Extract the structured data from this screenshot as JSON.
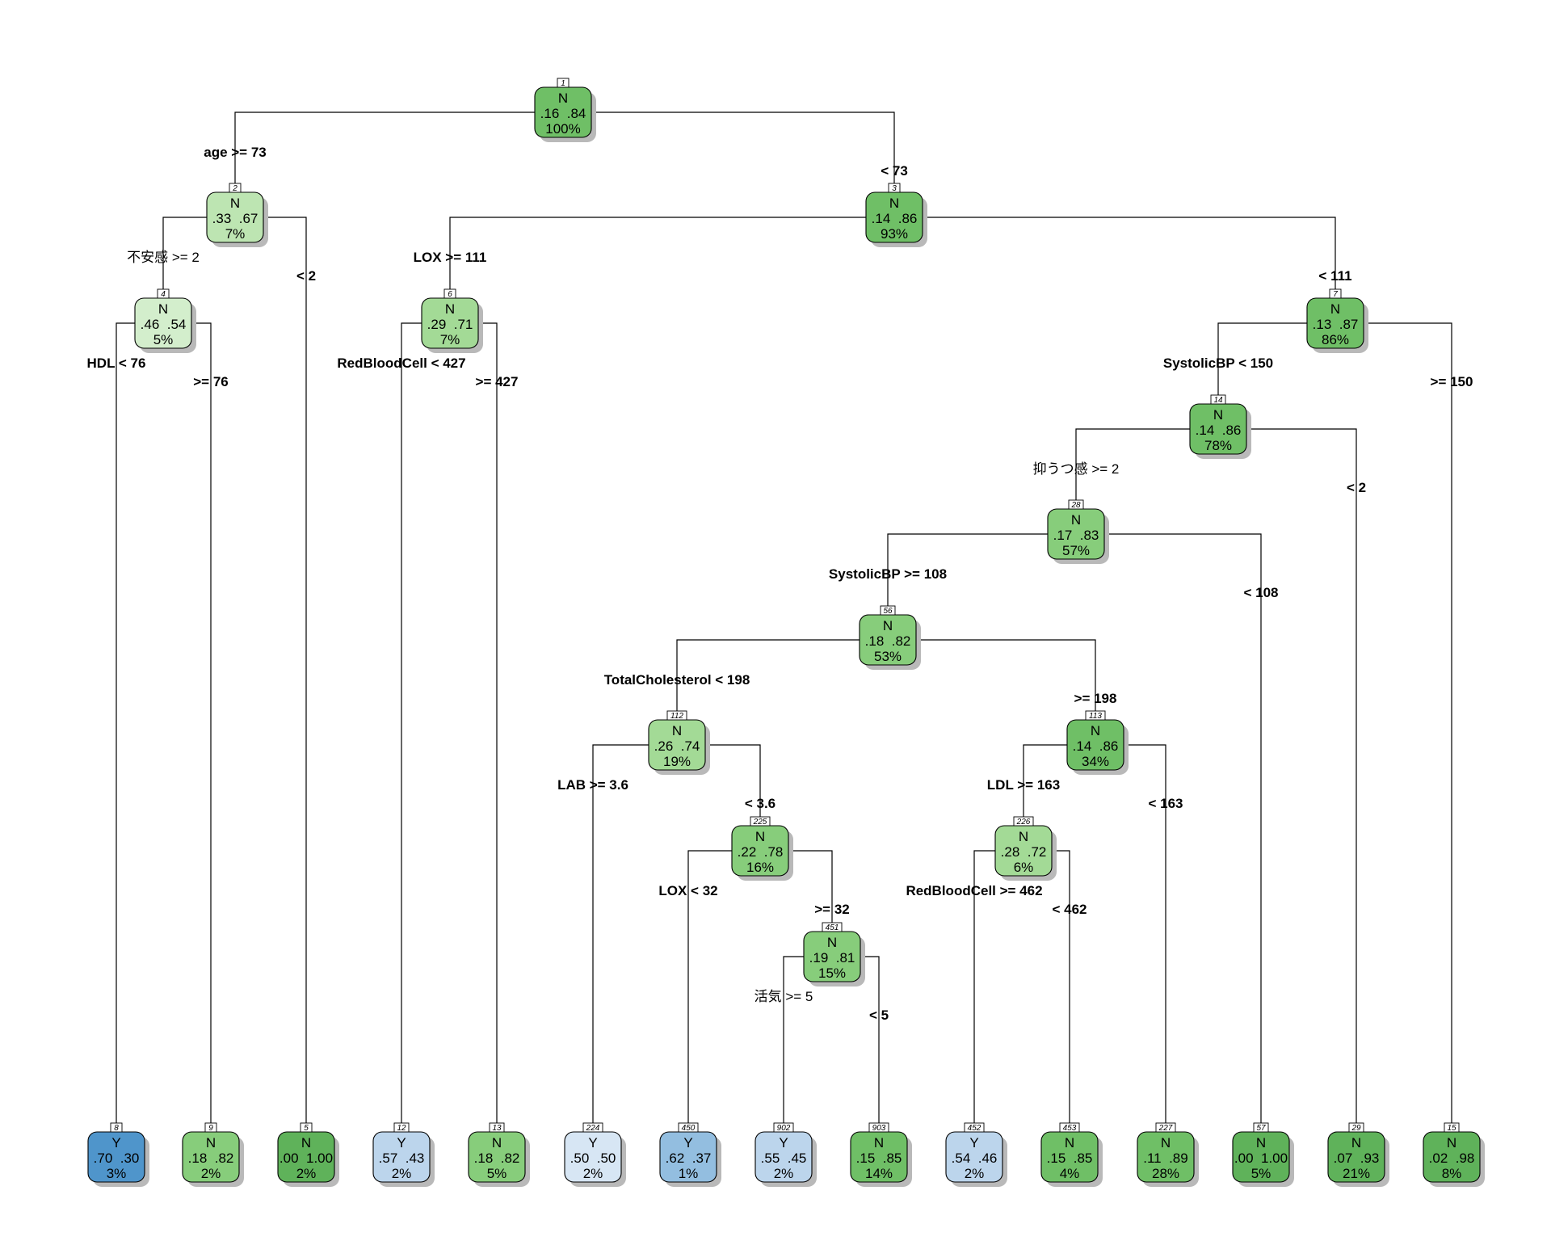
{
  "colors": {
    "background": "#ffffff",
    "class_N_scale": [
      "#e6f5e1",
      "#d3eecc",
      "#bde5b2",
      "#a3da96",
      "#87cd7b",
      "#6fbf66",
      "#5fb25a"
    ],
    "class_Y_scale": [
      "#d7e6f4",
      "#bcd5ec",
      "#93bee0",
      "#6aa7d4",
      "#4f95cb"
    ]
  },
  "nodes": [
    {
      "id": "1",
      "cls": "N",
      "probs": ".16  .84",
      "pct": "100%",
      "class_prob": 0.84
    },
    {
      "id": "2",
      "cls": "N",
      "probs": ".33  .67",
      "pct": "7%",
      "class_prob": 0.67
    },
    {
      "id": "3",
      "cls": "N",
      "probs": ".14  .86",
      "pct": "93%",
      "class_prob": 0.86
    },
    {
      "id": "4",
      "cls": "N",
      "probs": ".46  .54",
      "pct": "5%",
      "class_prob": 0.54
    },
    {
      "id": "6",
      "cls": "N",
      "probs": ".29  .71",
      "pct": "7%",
      "class_prob": 0.71
    },
    {
      "id": "7",
      "cls": "N",
      "probs": ".13  .87",
      "pct": "86%",
      "class_prob": 0.87
    },
    {
      "id": "14",
      "cls": "N",
      "probs": ".14  .86",
      "pct": "78%",
      "class_prob": 0.86
    },
    {
      "id": "28",
      "cls": "N",
      "probs": ".17  .83",
      "pct": "57%",
      "class_prob": 0.83
    },
    {
      "id": "56",
      "cls": "N",
      "probs": ".18  .82",
      "pct": "53%",
      "class_prob": 0.82
    },
    {
      "id": "112",
      "cls": "N",
      "probs": ".26  .74",
      "pct": "19%",
      "class_prob": 0.74
    },
    {
      "id": "113",
      "cls": "N",
      "probs": ".14  .86",
      "pct": "34%",
      "class_prob": 0.86
    },
    {
      "id": "225",
      "cls": "N",
      "probs": ".22  .78",
      "pct": "16%",
      "class_prob": 0.78
    },
    {
      "id": "226",
      "cls": "N",
      "probs": ".28  .72",
      "pct": "6%",
      "class_prob": 0.72
    },
    {
      "id": "451",
      "cls": "N",
      "probs": ".19  .81",
      "pct": "15%",
      "class_prob": 0.81
    },
    {
      "id": "8",
      "cls": "Y",
      "probs": ".70  .30",
      "pct": "3%",
      "class_prob": 0.7
    },
    {
      "id": "9",
      "cls": "N",
      "probs": ".18  .82",
      "pct": "2%",
      "class_prob": 0.82
    },
    {
      "id": "5",
      "cls": "N",
      "probs": ".00  1.00",
      "pct": "2%",
      "class_prob": 1.0
    },
    {
      "id": "12",
      "cls": "Y",
      "probs": ".57  .43",
      "pct": "2%",
      "class_prob": 0.57
    },
    {
      "id": "13",
      "cls": "N",
      "probs": ".18  .82",
      "pct": "5%",
      "class_prob": 0.82
    },
    {
      "id": "224",
      "cls": "Y",
      "probs": ".50  .50",
      "pct": "2%",
      "class_prob": 0.5
    },
    {
      "id": "450",
      "cls": "Y",
      "probs": ".62  .37",
      "pct": "1%",
      "class_prob": 0.62
    },
    {
      "id": "902",
      "cls": "Y",
      "probs": ".55  .45",
      "pct": "2%",
      "class_prob": 0.55
    },
    {
      "id": "903",
      "cls": "N",
      "probs": ".15  .85",
      "pct": "14%",
      "class_prob": 0.85
    },
    {
      "id": "452",
      "cls": "Y",
      "probs": ".54  .46",
      "pct": "2%",
      "class_prob": 0.54
    },
    {
      "id": "453",
      "cls": "N",
      "probs": ".15  .85",
      "pct": "4%",
      "class_prob": 0.85
    },
    {
      "id": "227",
      "cls": "N",
      "probs": ".11  .89",
      "pct": "28%",
      "class_prob": 0.89
    },
    {
      "id": "57",
      "cls": "N",
      "probs": ".00  1.00",
      "pct": "5%",
      "class_prob": 1.0
    },
    {
      "id": "29",
      "cls": "N",
      "probs": ".07  .93",
      "pct": "21%",
      "class_prob": 0.93
    },
    {
      "id": "15",
      "cls": "N",
      "probs": ".02  .98",
      "pct": "8%",
      "class_prob": 0.98
    }
  ],
  "splits": [
    {
      "parent": "1",
      "left": "2",
      "right": "3",
      "left_label": "age >= 73",
      "right_label": "< 73"
    },
    {
      "parent": "2",
      "left": "4",
      "right": "5",
      "left_label": "不安感 >= 2",
      "right_label": "< 2"
    },
    {
      "parent": "3",
      "left": "6",
      "right": "7",
      "left_label": "LOX >= 111",
      "right_label": "< 111"
    },
    {
      "parent": "4",
      "left": "8",
      "right": "9",
      "left_label": "HDL < 76",
      "right_label": ">= 76"
    },
    {
      "parent": "6",
      "left": "12",
      "right": "13",
      "left_label": "RedBloodCell < 427",
      "right_label": ">= 427"
    },
    {
      "parent": "7",
      "left": "14",
      "right": "15",
      "left_label": "SystolicBP < 150",
      "right_label": ">= 150"
    },
    {
      "parent": "14",
      "left": "28",
      "right": "29",
      "left_label": "抑うつ感 >= 2",
      "right_label": "< 2"
    },
    {
      "parent": "28",
      "left": "56",
      "right": "57",
      "left_label": "SystolicBP >= 108",
      "right_label": "< 108"
    },
    {
      "parent": "56",
      "left": "112",
      "right": "113",
      "left_label": "TotalCholesterol < 198",
      "right_label": ">= 198"
    },
    {
      "parent": "112",
      "left": "224",
      "right": "225",
      "left_label": "LAB >= 3.6",
      "right_label": "< 3.6"
    },
    {
      "parent": "225",
      "left": "450",
      "right": "451",
      "left_label": "LOX < 32",
      "right_label": ">= 32"
    },
    {
      "parent": "451",
      "left": "902",
      "right": "903",
      "left_label": "活気 >= 5",
      "right_label": "< 5"
    },
    {
      "parent": "113",
      "left": "226",
      "right": "227",
      "left_label": "LDL >= 163",
      "right_label": "< 163"
    },
    {
      "parent": "226",
      "left": "452",
      "right": "453",
      "left_label": "RedBloodCell >= 462",
      "right_label": "< 462"
    }
  ]
}
